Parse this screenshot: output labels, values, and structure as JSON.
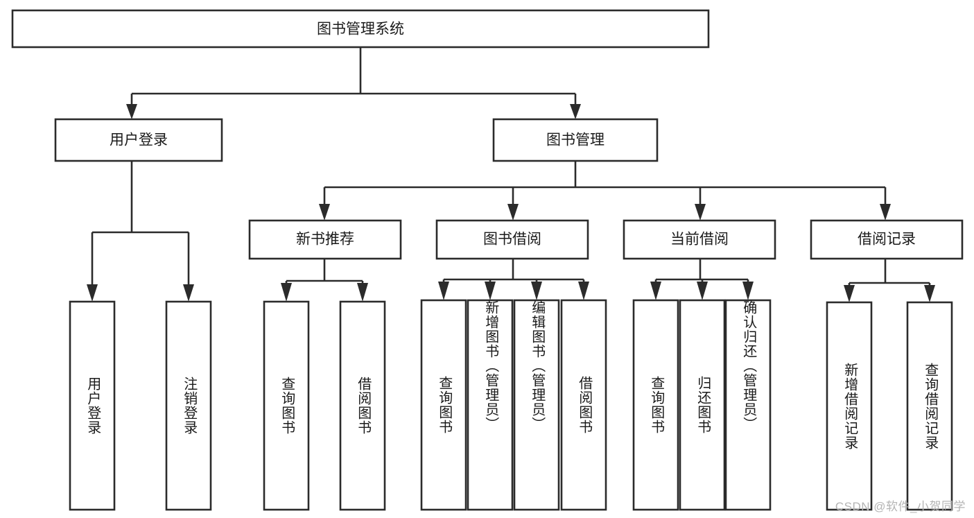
{
  "diagram": {
    "title": "图书管理系统",
    "type": "tree-hierarchy",
    "colors": {
      "stroke": "#2b2b2b",
      "fill": "#ffffff",
      "text": "#1a1a1a",
      "watermark": "#b4b4b4"
    },
    "root": {
      "label": "图书管理系统"
    },
    "level1": [
      {
        "label": "用户登录"
      },
      {
        "label": "图书管理"
      }
    ],
    "level2": [
      {
        "label": "新书推荐"
      },
      {
        "label": "图书借阅"
      },
      {
        "label": "当前借阅"
      },
      {
        "label": "借阅记录"
      }
    ],
    "leaves": {
      "user_login": [
        {
          "label": "用户登录"
        },
        {
          "label": "注销登录"
        }
      ],
      "new_book_recommend": [
        {
          "label": "查询图书"
        },
        {
          "label": "借阅图书"
        }
      ],
      "book_borrow": [
        {
          "label": "查询图书"
        },
        {
          "label": "新增图书（管理员）"
        },
        {
          "label": "编辑图书（管理员）"
        },
        {
          "label": "借阅图书"
        }
      ],
      "current_borrow": [
        {
          "label": "查询图书"
        },
        {
          "label": "归还图书"
        },
        {
          "label": "确认归还（管理员）"
        }
      ],
      "borrow_record": [
        {
          "label": "新增借阅记录"
        },
        {
          "label": "查询借阅记录"
        }
      ]
    }
  },
  "watermark": {
    "text": "CSDN @软件_小贺同学"
  }
}
